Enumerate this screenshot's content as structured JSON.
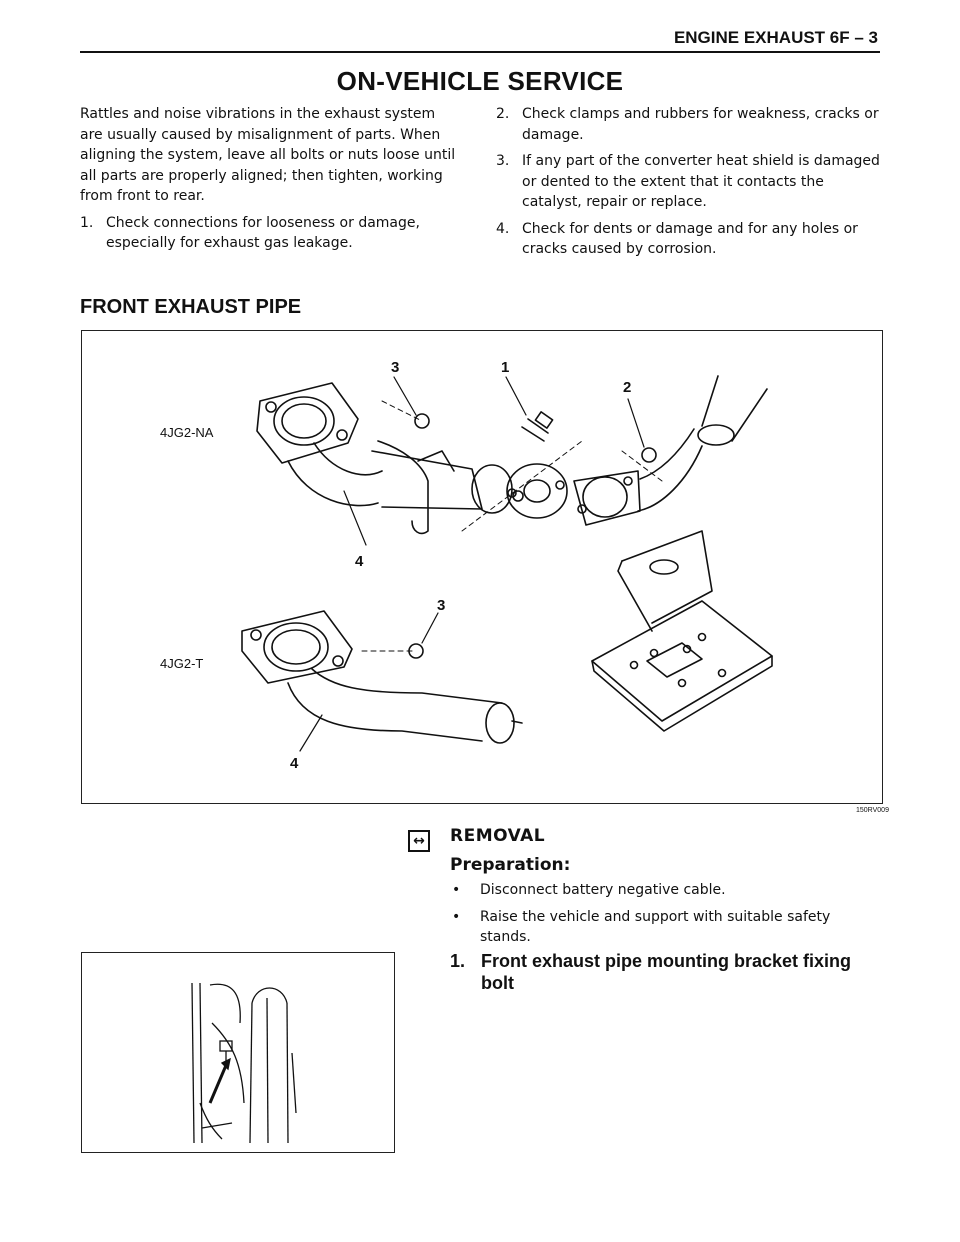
{
  "header": {
    "title": "ENGINE EXHAUST 6F – 3"
  },
  "section": {
    "title": "ON-VEHICLE SERVICE"
  },
  "intro": {
    "paragraph": "Rattles and noise vibrations in the exhaust system are usually caused by misalignment of parts.  When aligning the system, leave all bolts or nuts loose until all parts are properly aligned; then tighten, working from front to rear.",
    "items": [
      {
        "num": "1.",
        "text": "Check connections for looseness or damage, especially for exhaust gas leakage."
      },
      {
        "num": "2.",
        "text": "Check clamps and rubbers for weakness, cracks or damage."
      },
      {
        "num": "3.",
        "text": "If any part of the converter heat shield is damaged or dented to the extent that it contacts the catalyst, repair or replace."
      },
      {
        "num": "4.",
        "text": "Check for dents or damage and for any holes or cracks caused by corrosion."
      }
    ]
  },
  "subsection": {
    "title": "FRONT EXHAUST PIPE"
  },
  "figure": {
    "code": "150RV009",
    "variant_na": "4JG2-NA",
    "variant_t": "4JG2-T",
    "callouts": {
      "c3a": "3",
      "c1": "1",
      "c2": "2",
      "c4a": "4",
      "c3b": "3",
      "c4b": "4"
    }
  },
  "removal": {
    "icon": "removal-icon",
    "heading": "REMOVAL",
    "prep_heading": "Preparation:",
    "bullets": [
      "Disconnect battery negative cable.",
      "Raise the vehicle and support with suitable safety stands."
    ],
    "step": {
      "num": "1.",
      "text": "Front exhaust pipe mounting bracket fixing bolt"
    }
  }
}
